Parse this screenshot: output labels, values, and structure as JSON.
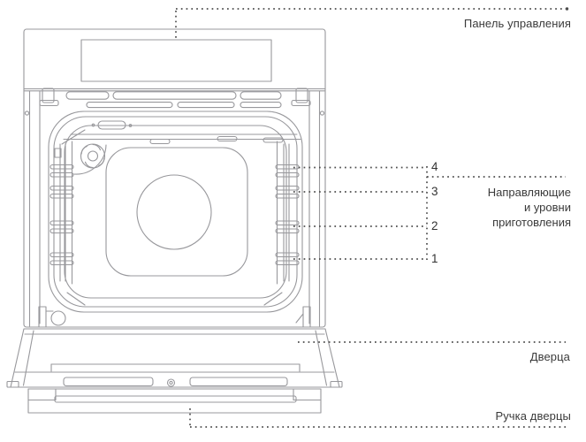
{
  "colors": {
    "background": "#ffffff",
    "diagram_line": "#98989c",
    "leader_line": "#4c4c4c",
    "text": "#3a3a3a"
  },
  "callouts": {
    "control_panel": {
      "label": "Панель управления"
    },
    "shelf_levels": {
      "numbers": [
        "4",
        "3",
        "2",
        "1"
      ],
      "label_lines": [
        "Направляющие",
        "и уровни",
        "приготовления"
      ]
    },
    "door": {
      "label": "Дверца"
    },
    "door_handle": {
      "label": "Ручка дверцы"
    }
  }
}
